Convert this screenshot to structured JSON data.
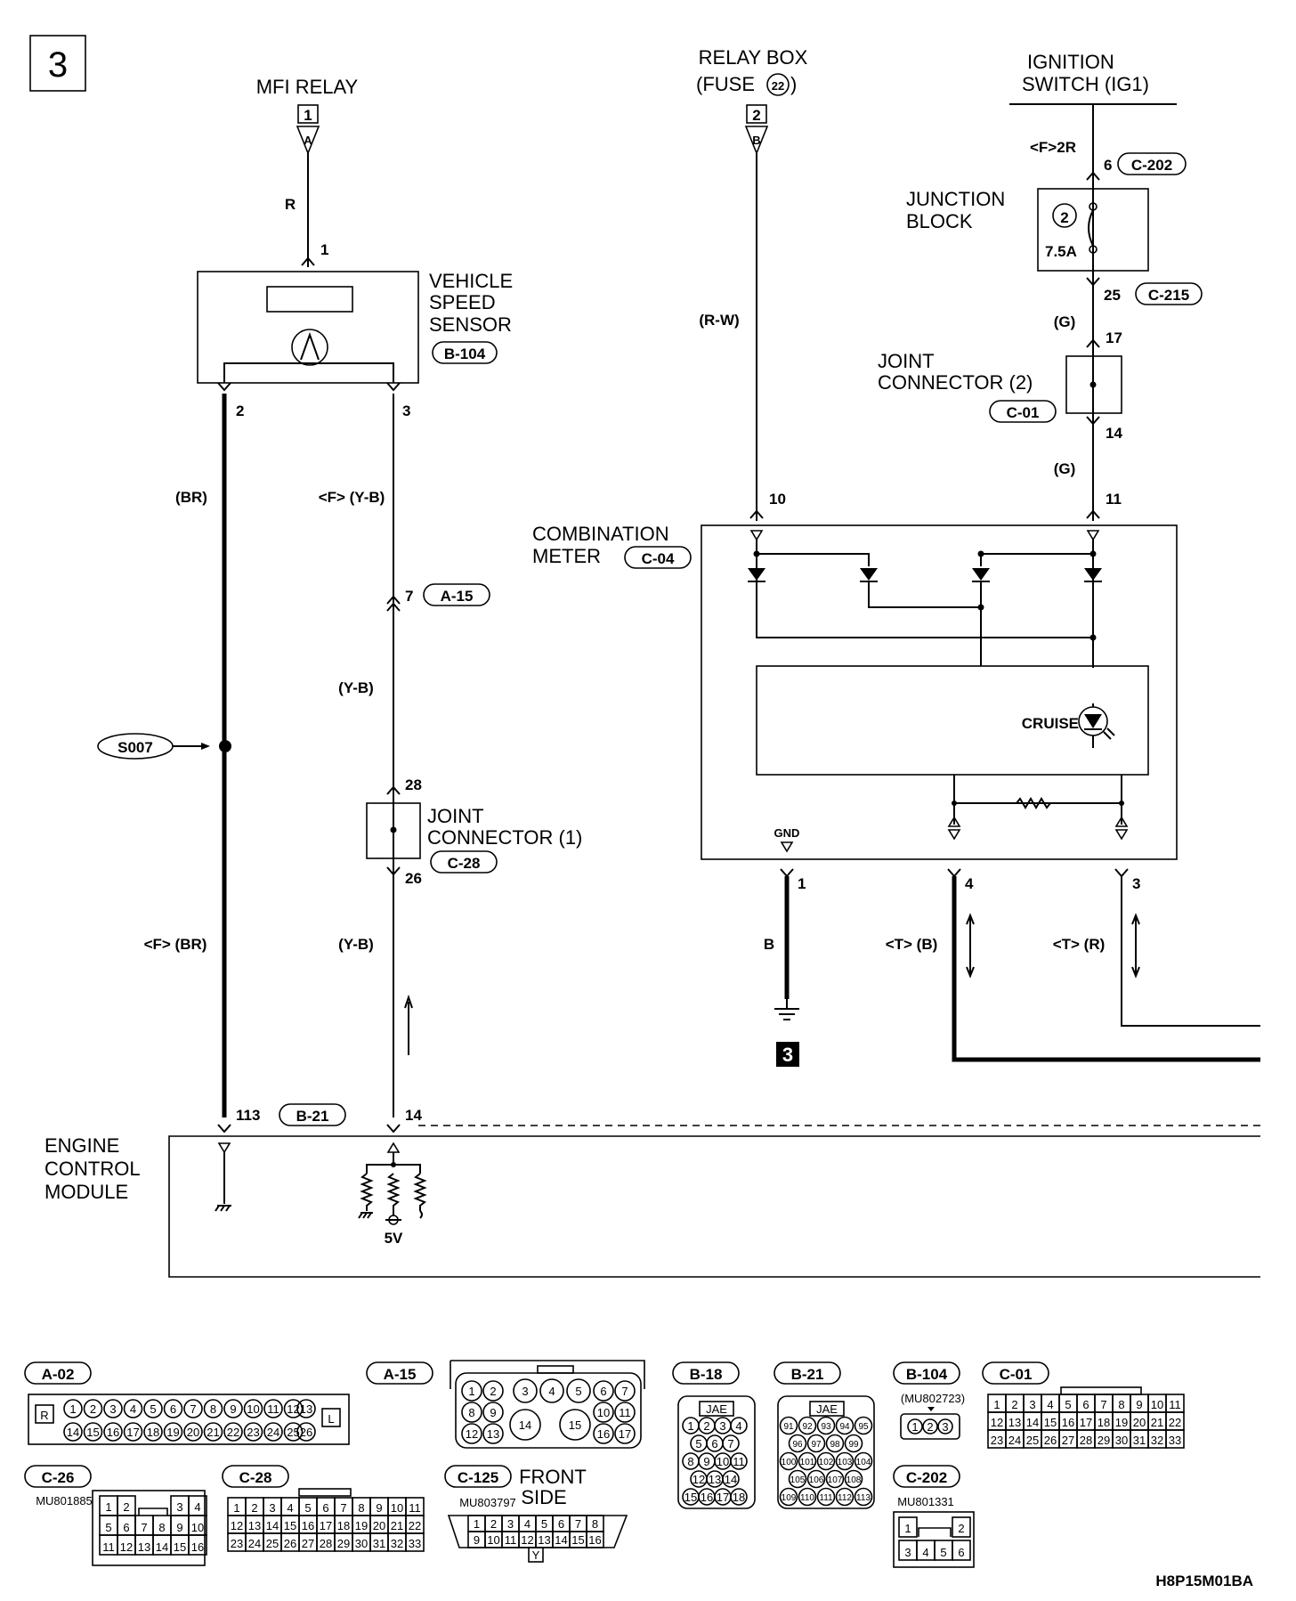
{
  "page_number": "3",
  "drawing_code": "H8P15M01BA",
  "sources": {
    "mfi_relay": {
      "label": "MFI RELAY",
      "terminal": "1",
      "letter": "A"
    },
    "relay_box": {
      "label_line1": "RELAY BOX",
      "label_line2_prefix": "(FUSE",
      "fuse_no": "22",
      "label_line2_suffix": ")",
      "terminal": "2",
      "letter": "B"
    },
    "ignition_switch": {
      "label_line1": "IGNITION",
      "label_line2": "SWITCH (IG1)"
    }
  },
  "components": {
    "vehicle_speed_sensor": {
      "line1": "VEHICLE",
      "line2": "SPEED",
      "line3": "SENSOR",
      "connector": "B-104"
    },
    "junction_block": {
      "line1": "JUNCTION",
      "line2": "BLOCK",
      "fuse_no": "2",
      "rating": "7.5A"
    },
    "joint_connector_2": {
      "line1": "JOINT",
      "line2": "CONNECTOR (2)",
      "connector": "C-01"
    },
    "combination_meter": {
      "line1": "COMBINATION",
      "line2": "METER",
      "connector": "C-04",
      "lamp_label": "CRUISE",
      "gnd_label": "GND"
    },
    "joint_connector_1": {
      "line1": "JOINT",
      "line2": "CONNECTOR (1)",
      "connector": "C-28"
    },
    "engine_control_module": {
      "line1": "ENGINE",
      "line2": "CONTROL",
      "line3": "MODULE",
      "voltage": "5V"
    },
    "splice": {
      "label": "S007"
    },
    "ground": {
      "number": "3"
    }
  },
  "wires": {
    "w_r": "R",
    "w_br_top": "(BR)",
    "w_fyb": "<F> (Y-B)",
    "w_yb_mid": "(Y-B)",
    "w_fbr": "<F> (BR)",
    "w_yb_low": "(Y-B)",
    "w_rw": "(R-W)",
    "w_f2r": "<F>2R",
    "w_g1": "(G)",
    "w_g2": "(G)",
    "w_b": "B",
    "w_tb": "<T> (B)",
    "w_tr": "<T> (R)"
  },
  "terminals": {
    "vss_1": "1",
    "vss_2": "2",
    "vss_3": "3",
    "a15_7": "7",
    "a15_conn": "A-15",
    "jc1_28": "28",
    "jc1_26": "26",
    "ecm_113": "113",
    "ecm_b21": "B-21",
    "ecm_14": "14",
    "cm_10": "10",
    "cm_11": "11",
    "cm_1": "1",
    "cm_4": "4",
    "cm_3": "3",
    "ig_6": "6",
    "ig_c202": "C-202",
    "jb_25": "25",
    "jb_c215": "C-215",
    "jc2_17": "17",
    "jc2_14": "14"
  },
  "connector_views": [
    {
      "id": "A-02",
      "rows": [
        [
          "R",
          "1",
          "2",
          "3",
          "4",
          "5",
          "6",
          "7",
          "8",
          "9",
          "10",
          "11",
          "12",
          "13",
          "L"
        ],
        [
          "14",
          "15",
          "16",
          "17",
          "18",
          "19",
          "20",
          "21",
          "22",
          "23",
          "24",
          "25",
          "26"
        ]
      ]
    },
    {
      "id": "A-15",
      "rows": [
        [
          "1",
          "2",
          "3",
          "4",
          "5",
          "6",
          "7"
        ],
        [
          "8",
          "9",
          "10",
          "11"
        ],
        [
          "12",
          "13",
          "14",
          "15",
          "16",
          "17"
        ]
      ]
    },
    {
      "id": "B-18",
      "tag": "JAE",
      "rows": [
        [
          "1",
          "2",
          "3",
          "4"
        ],
        [
          "5",
          "6",
          "7"
        ],
        [
          "8",
          "9",
          "10",
          "11"
        ],
        [
          "12",
          "13",
          "14"
        ],
        [
          "15",
          "16",
          "17",
          "18"
        ]
      ]
    },
    {
      "id": "B-21",
      "tag": "JAE",
      "rows": [
        [
          "91",
          "92",
          "93",
          "94",
          "95"
        ],
        [
          "96",
          "97",
          "98",
          "99"
        ],
        [
          "100",
          "101",
          "102",
          "103",
          "104"
        ],
        [
          "105",
          "106",
          "107",
          "108"
        ],
        [
          "109",
          "110",
          "111",
          "112",
          "113"
        ]
      ]
    },
    {
      "id": "B-104",
      "part_no": "(MU802723)",
      "rows": [
        [
          "1",
          "2",
          "3"
        ]
      ]
    },
    {
      "id": "C-01",
      "rows": [
        [
          "1",
          "2",
          "3",
          "4",
          "5",
          "6",
          "7",
          "8",
          "9",
          "10",
          "11"
        ],
        [
          "12",
          "13",
          "14",
          "15",
          "16",
          "17",
          "18",
          "19",
          "20",
          "21",
          "22"
        ],
        [
          "23",
          "24",
          "25",
          "26",
          "27",
          "28",
          "29",
          "30",
          "31",
          "32",
          "33"
        ]
      ]
    },
    {
      "id": "C-26",
      "part_no": "MU801885",
      "rows": [
        [
          "1",
          "2",
          "3",
          "4"
        ],
        [
          "5",
          "6",
          "7",
          "8",
          "9",
          "10"
        ],
        [
          "11",
          "12",
          "13",
          "14",
          "15",
          "16"
        ]
      ]
    },
    {
      "id": "C-28",
      "rows": [
        [
          "1",
          "2",
          "3",
          "4",
          "5",
          "6",
          "7",
          "8",
          "9",
          "10",
          "11"
        ],
        [
          "12",
          "13",
          "14",
          "15",
          "16",
          "17",
          "18",
          "19",
          "20",
          "21",
          "22"
        ],
        [
          "23",
          "24",
          "25",
          "26",
          "27",
          "28",
          "29",
          "30",
          "31",
          "32",
          "33"
        ]
      ]
    },
    {
      "id": "C-125",
      "part_no": "MU803797",
      "side_line1": "FRONT",
      "side_line2": "SIDE",
      "key": "Y",
      "rows": [
        [
          "1",
          "2",
          "3",
          "4",
          "5",
          "6",
          "7",
          "8"
        ],
        [
          "9",
          "10",
          "11",
          "12",
          "13",
          "14",
          "15",
          "16"
        ]
      ]
    },
    {
      "id": "C-202",
      "part_no": "MU801331",
      "rows": [
        [
          "1",
          "2"
        ],
        [
          "3",
          "4",
          "5",
          "6"
        ]
      ]
    }
  ]
}
